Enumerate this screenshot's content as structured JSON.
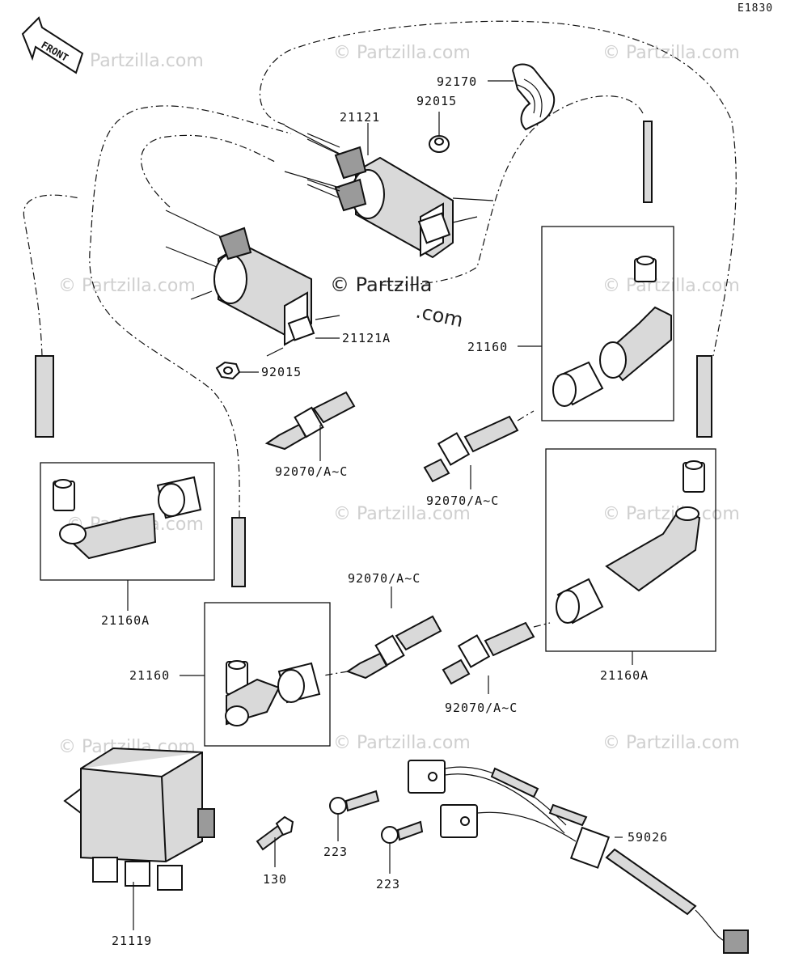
{
  "diagram": {
    "code": "E1830",
    "front_label": "FRONT",
    "watermark": "© Partzilla.com",
    "watermark_center_line1": "© Partzilla",
    "watermark_center_line2": ".com",
    "parts": [
      {
        "id": "92170",
        "label": "92170"
      },
      {
        "id": "92015-top",
        "label": "92015"
      },
      {
        "id": "21121",
        "label": "21121"
      },
      {
        "id": "21121A",
        "label": "21121A"
      },
      {
        "id": "92015-bottom",
        "label": "92015"
      },
      {
        "id": "21160-right",
        "label": "21160"
      },
      {
        "id": "92070-1",
        "label": "92070/A~C"
      },
      {
        "id": "92070-2",
        "label": "92070/A~C"
      },
      {
        "id": "92070-3",
        "label": "92070/A~C"
      },
      {
        "id": "92070-4",
        "label": "92070/A~C"
      },
      {
        "id": "21160A-left",
        "label": "21160A"
      },
      {
        "id": "21160-left",
        "label": "21160"
      },
      {
        "id": "21160A-right",
        "label": "21160A"
      },
      {
        "id": "21119",
        "label": "21119"
      },
      {
        "id": "130",
        "label": "130"
      },
      {
        "id": "223-1",
        "label": "223"
      },
      {
        "id": "223-2",
        "label": "223"
      },
      {
        "id": "59026",
        "label": "59026"
      }
    ]
  }
}
